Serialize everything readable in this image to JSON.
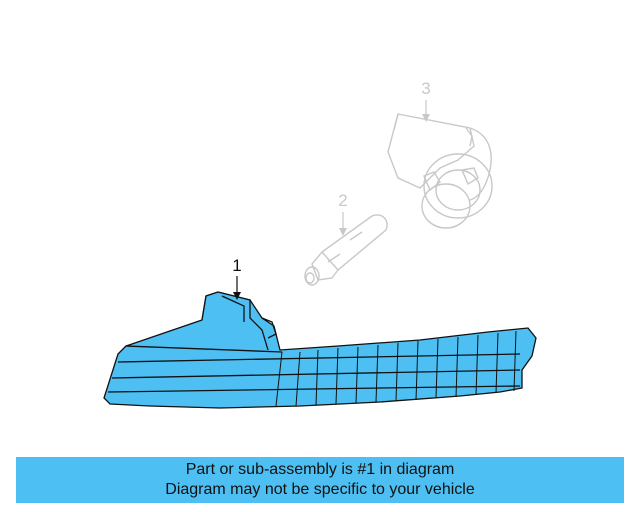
{
  "diagram": {
    "callouts": [
      {
        "number": "1",
        "part": "turn-signal-lamp",
        "highlighted": true
      },
      {
        "number": "2",
        "part": "bulb",
        "highlighted": false
      },
      {
        "number": "3",
        "part": "socket",
        "highlighted": false
      }
    ],
    "colors": {
      "highlight_fill": "#4dbff2",
      "ghost_stroke": "#c8c8c8",
      "outline": "#111111"
    }
  },
  "banner": {
    "line1": "Part or sub-assembly is #1 in diagram",
    "line2": "Diagram may not be specific to your vehicle",
    "background": "#4dbff2"
  }
}
